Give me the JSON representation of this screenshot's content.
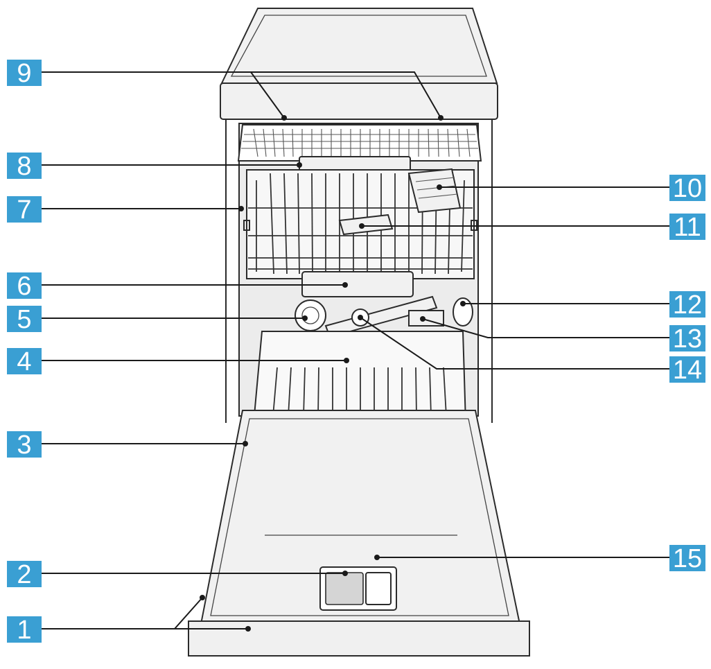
{
  "callouts": [
    {
      "id": "1",
      "label": "1"
    },
    {
      "id": "2",
      "label": "2"
    },
    {
      "id": "3",
      "label": "3"
    },
    {
      "id": "4",
      "label": "4"
    },
    {
      "id": "5",
      "label": "5"
    },
    {
      "id": "6",
      "label": "6"
    },
    {
      "id": "7",
      "label": "7"
    },
    {
      "id": "8",
      "label": "8"
    },
    {
      "id": "9",
      "label": "9"
    },
    {
      "id": "10",
      "label": "10"
    },
    {
      "id": "11",
      "label": "11"
    },
    {
      "id": "12",
      "label": "12"
    },
    {
      "id": "13",
      "label": "13"
    },
    {
      "id": "14",
      "label": "14"
    },
    {
      "id": "15",
      "label": "15"
    }
  ],
  "colors": {
    "callout_fill": "#3a9fd3",
    "callout_text": "#ffffff",
    "line": "#1a1a1a"
  }
}
